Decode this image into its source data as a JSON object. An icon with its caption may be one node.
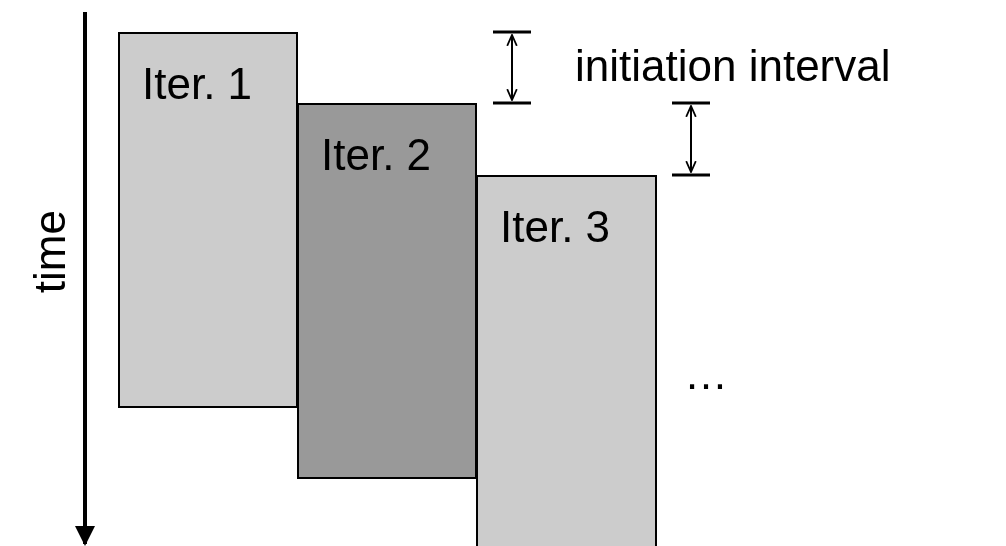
{
  "diagram": {
    "nodes": [
      {
        "text": [
          "Iter. 1"
        ]
      },
      {
        "text": [
          "Iter. 2"
        ]
      },
      {
        "text": [
          "Iter. 3"
        ]
      }
    ],
    "labels": [
      "time",
      "initiation interval",
      "…"
    ]
  }
}
